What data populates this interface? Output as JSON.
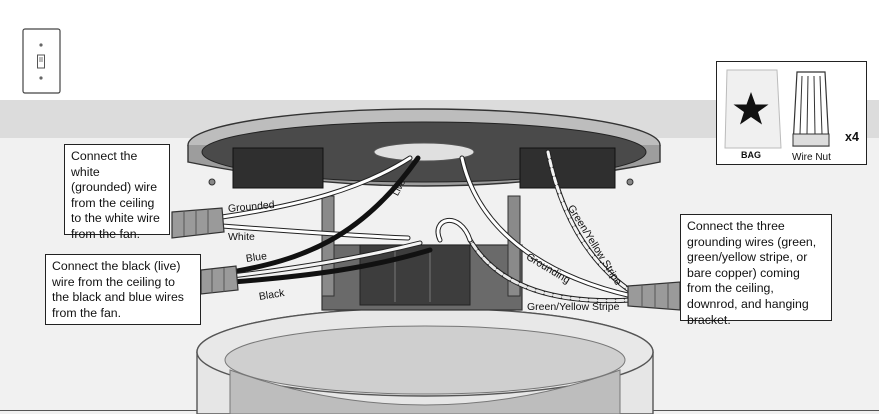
{
  "callouts": {
    "white_wire": "Connect the white (grounded) wire from the ceiling to the white wire from the fan.",
    "black_wire": "Connect the black (live) wire from the ceiling to the black and blue wires from the fan.",
    "grounding": "Connect the three grounding wires (green, green/yellow stripe, or bare copper) coming from the ceiling, downrod, and hanging bracket."
  },
  "wire_labels": {
    "grounded": "Grounded",
    "white": "White",
    "blue": "Blue",
    "black": "Black",
    "live": "Live",
    "green_yellow_stripe_vertical": "Green/Yellow Stripe",
    "grounding": "Grounding",
    "green_yellow_stripe_bottom": "Green/Yellow Stripe"
  },
  "kit": {
    "bag_label": "BAG",
    "wire_nut_label": "Wire Nut",
    "quantity": "x4"
  },
  "icons": {
    "switch": "wall-switch-icon",
    "bag": "star-icon",
    "wire_nut": "wire-nut-icon"
  }
}
